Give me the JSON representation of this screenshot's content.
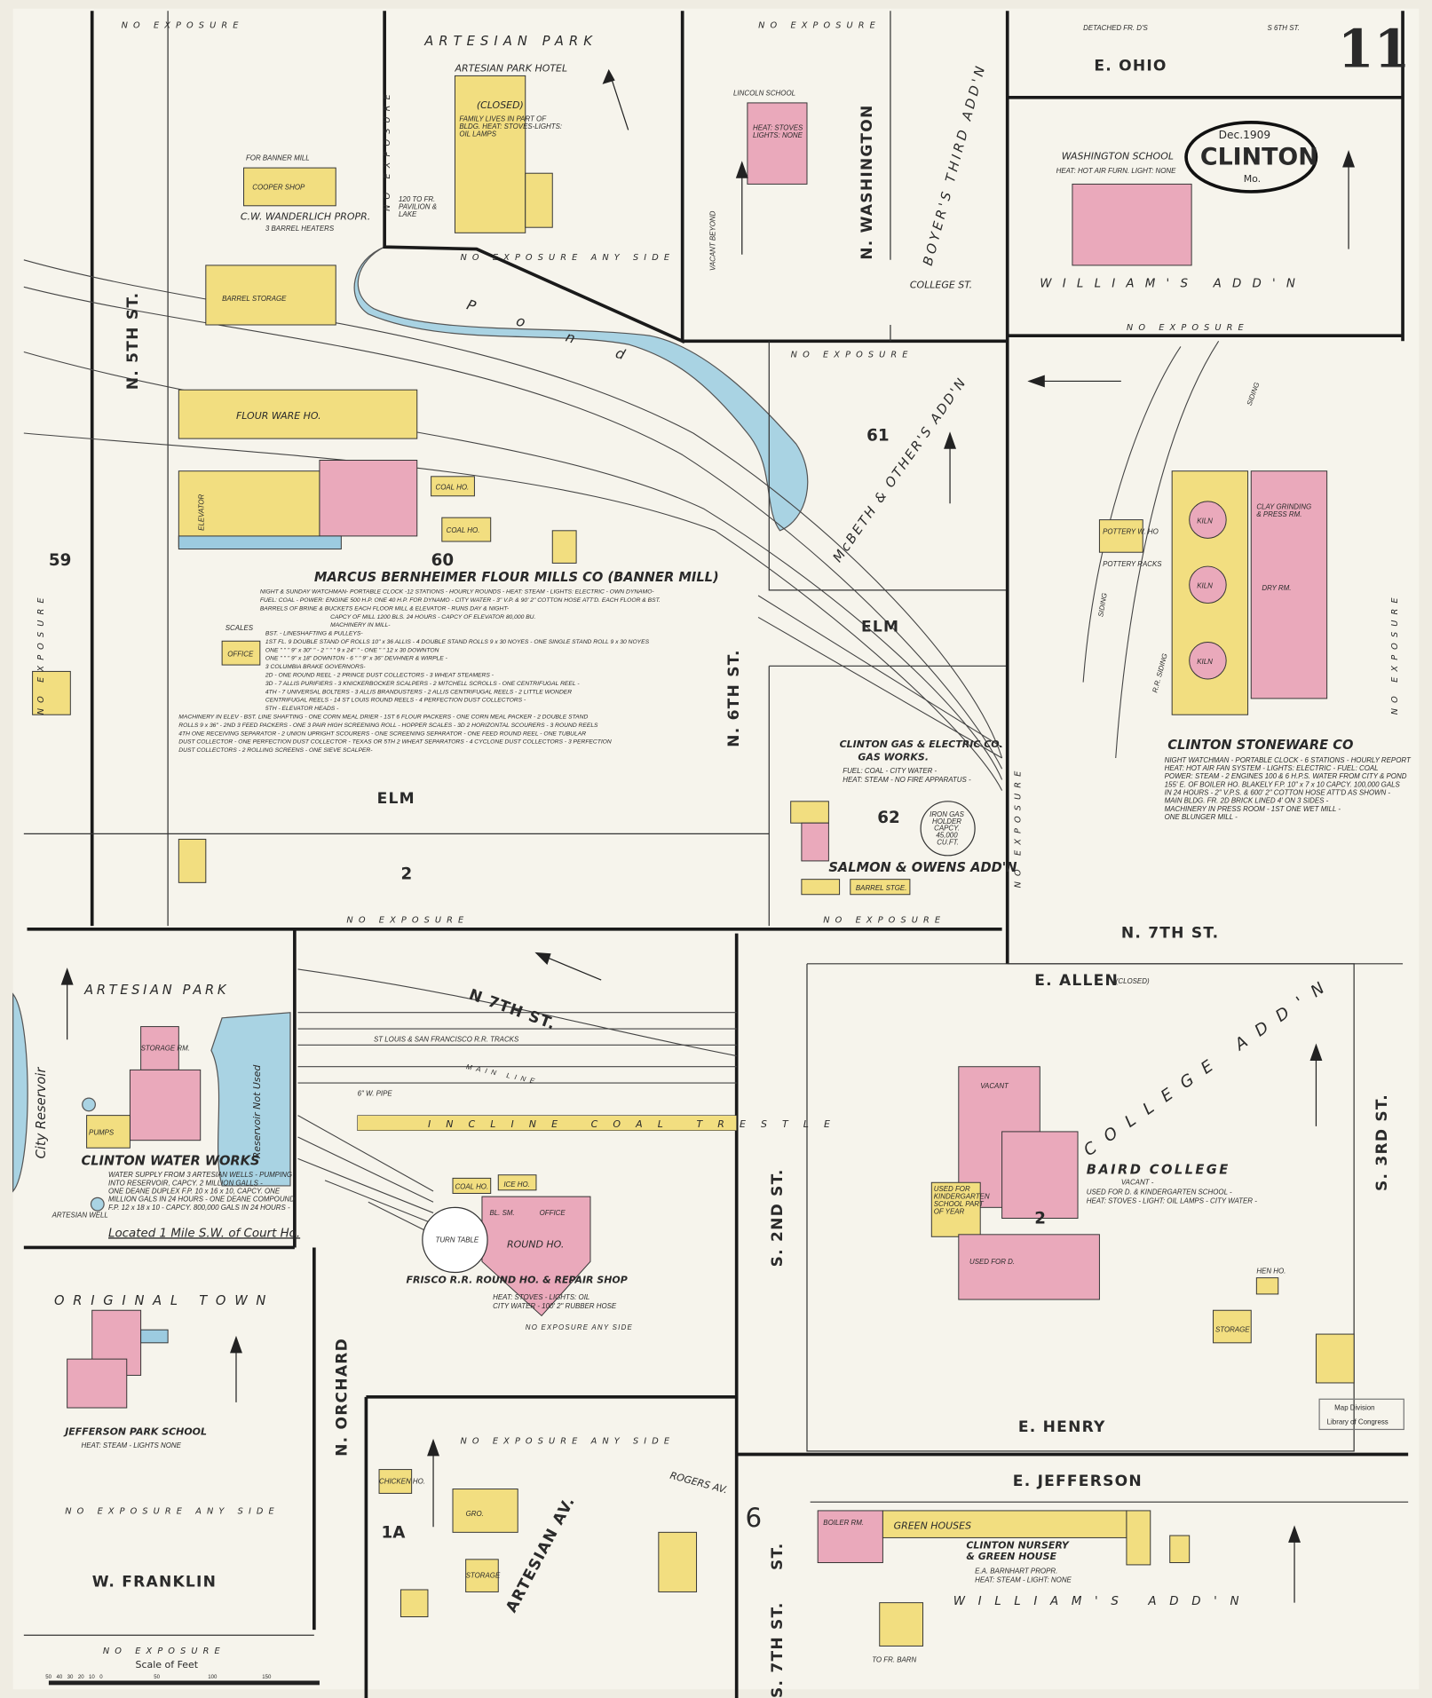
{
  "header": {
    "sheet_number": "11",
    "city": "CLINTON",
    "state": "Mo.",
    "date": "Dec.1909"
  },
  "streets": {
    "n5th": "N. 5TH ST.",
    "n6th": "N. 6TH ST.",
    "n7th": "N. 7TH ST.",
    "n7th_diag": "N 7TH ST.",
    "nwashington": "N. WASHINGTON",
    "eohio": "E. OHIO",
    "elm_w": "ELM",
    "elm_e": "ELM",
    "college": "COLLEGE ST.",
    "eallen": "E. ALLEN",
    "eallen_note": "(CLOSED)",
    "s2nd": "S. 2ND ST.",
    "s3rd": "S. 3RD ST.",
    "ehenry": "E. HENRY",
    "ejefferson": "E. JEFFERSON",
    "norchard": "N. ORCHARD",
    "wfranklin": "W. FRANKLIN",
    "artesian_av": "ARTESIAN AV.",
    "rogers_av": "ROGERS AV.",
    "s7th": "S. 7TH ST.",
    "s6th_num": "6",
    "s6th_st": "ST.",
    "detached": "DETACHED FR. D'S",
    "s6th_top": "S 6TH ST."
  },
  "areas": {
    "artesian_park_top": "ARTESIAN PARK",
    "artesian_park_left": "ARTESIAN PARK",
    "pond": "P o n d",
    "third_add": "BOYER'S THIRD ADD'N",
    "mcbeth": "McBETH & OTHER'S ADD'N",
    "williams_top": "WILLIAM'S ADD'N",
    "williams_bottom": "WILLIAM'S ADD'N",
    "salmon": "SALMON & OWENS ADD'N",
    "college_add": "COLLEGE ADD'N",
    "original_town": "ORIGINAL TOWN",
    "city_reservoir": "City Reservoir",
    "reservoir": "Reservoir Not Used",
    "vacant_beyond": "VACANT BEYOND"
  },
  "blocks": [
    "59",
    "60",
    "61",
    "62",
    "2",
    "2",
    "1A"
  ],
  "exposure": {
    "no_exposure": "NO EXPOSURE",
    "no_exposure_any_side": "NO EXPOSURE ANY SIDE"
  },
  "buildings": {
    "hotel": {
      "title": "ARTESIAN PARK HOTEL",
      "status": "(CLOSED)",
      "note": "FAMILY LIVES IN PART OF BLDG. HEAT: STOVES-LIGHTS: OIL LAMPS",
      "note2": "120 TO FR. PAVILION & LAKE"
    },
    "lincoln": {
      "title": "LINCOLN SCHOOL",
      "note": "HEAT: STOVES LIGHTS: NONE"
    },
    "washington": {
      "title": "WASHINGTON SCHOOL",
      "note": "HEAT: HOT AIR FURN. LIGHT: NONE"
    },
    "cooper": {
      "label": "COOPER SHOP",
      "for": "FOR BANNER MILL",
      "owner": "C.W. WANDERLICH PROPR.",
      "note": "3 BARREL HEATERS"
    },
    "barrel_storage": "BARREL STORAGE",
    "flour_ware": "FLOUR WARE HO.",
    "coal_ho": "COAL HO.",
    "office": "OFFICE",
    "scales": "SCALES",
    "elevator": "ELEVATOR",
    "pottery_wh": "POTTERY W. HO",
    "pottery_racks": "POTTERY RACKS",
    "kiln": "KILN",
    "clay": "CLAY GRINDING & PRESS RM.",
    "dry_rm": "DRY RM.",
    "gas_holder": "IRON GAS HOLDER CAPCY. 45,000 CU.FT.",
    "barrel_stge": "BARREL STGE.",
    "turn_table": "TURN TABLE",
    "coal_house": "COAL HO.",
    "ice_ho": "ICE HO.",
    "round_ho": "ROUND HO.",
    "bl_sm": "BL. SM.",
    "frisco_office": "OFFICE",
    "gro": "GRO.",
    "storage": "STORAGE",
    "chicken": "CHICKEN HO.",
    "hen_ho": "HEN HO.",
    "used_for_d": "USED FOR D.",
    "vacant": "VACANT",
    "kindergarten": "USED FOR KINDERGARTEN SCHOOL PART OF YEAR",
    "green_houses": "GREEN HOUSES",
    "boiler_rm": "BOILER RM.",
    "to_fr_barn": "TO FR. BARN",
    "pumps": "PUMPS",
    "storage_rm": "STORAGE RM."
  },
  "companies": {
    "mill": {
      "title": "MARCUS BERNHEIMER FLOUR MILLS CO (BANNER MILL)",
      "lines": [
        "NIGHT & SUNDAY WATCHMAN- PORTABLE CLOCK -12 STATIONS - HOURLY ROUNDS - HEAT: STEAM - LIGHTS: ELECTRIC - OWN DYNAMO-",
        "FUEL: COAL - POWER: ENGINE 500 H.P. ONE 40 H.P. FOR DYNAMO - CITY WATER - 3\" V.P. & 90' 2\" COTTON HOSE ATT'D. EACH FLOOR & BST.",
        "BARRELS OF BRINE & BUCKETS EACH FLOOR MILL & ELEVATOR - RUNS DAY & NIGHT-",
        "CAPCY OF MILL 1200 BLS. 24 HOURS - CAPCY OF ELEVATOR 80,000 BU.",
        "MACHINERY IN MILL-",
        "BST. - LINESHAFTING & PULLEYS-",
        "1ST FL. 9 DOUBLE STAND OF ROLLS 10\" x 36 ALLIS - 4 DOUBLE STAND ROLLS 9 x 30 NOYES - ONE SINGLE STAND ROLL 9 x 30 NOYES",
        "ONE \" \" \" 9\" x 30\" \" - 2 \" \" \" 9 x 24\" \" - ONE \" \" 12 x 30 DOWNTON",
        "ONE \" \" \" 9\" x 18\" DOWNTON - 6 \" \" 9\" x 36\" DEVHNER & WIRPLE -",
        "3 COLUMBIA BRAKE GOVERNORS-",
        "2D - ONE ROUND REEL - 2 PRINCE DUST COLLECTORS - 3 WHEAT STEAMERS -",
        "3D - 7 ALLIS PURIFIERS - 3 KNICKERBOCKER SCALPERS - 2 MITCHELL SCROLLS - ONE CENTRIFUGAL REEL -",
        "4TH - 7 UNIVERSAL BOLTERS - 3 ALLIS BRANDUSTERS - 2 ALLIS CENTRIFUGAL REELS - 2 LITTLE WONDER",
        "CENTRIFUGAL REELS - 14 ST LOUIS ROUND REELS - 4 PERFECTION DUST COLLECTORS -",
        "5TH - ELEVATOR HEADS -",
        "MACHINERY IN ELEV - BST. LINE SHAFTING - ONE CORN MEAL DRIER - 1ST 6 FLOUR PACKERS - ONE CORN MEAL PACKER - 2 DOUBLE STAND",
        "ROLLS 9 x 36\" - 2ND 3 FEED PACKERS - ONE 3 PAIR HIGH SCREENING ROLL - HOPPER SCALES - 3D 2 HORIZONTAL SCOURERS - 3 ROUND REELS",
        "4TH ONE RECEIVING SEPARATOR - 2 UNION UPRIGHT SCOURERS - ONE SCREENING SEPARATOR - ONE FEED ROUND REEL - ONE TUBULAR",
        "DUST COLLECTOR - ONE PERFECTION DUST COLLECTOR - TEXAS OR 5TH 2 WHEAT SEPARATORS - 4 CYCLONE DUST COLLECTORS - 3 PERFECTION",
        "DUST COLLECTORS - 2 ROLLING SCREENS - ONE SIEVE SCALPER-"
      ]
    },
    "stoneware": {
      "title": "CLINTON STONEWARE CO",
      "lines": [
        "NIGHT WATCHMAN - PORTABLE CLOCK - 6 STATIONS - HOURLY REPORT",
        "HEAT: HOT AIR FAN SYSTEM - LIGHTS: ELECTRIC - FUEL: COAL",
        "POWER: STEAM - 2 ENGINES 100 & 6 H.P.S. WATER FROM CITY & POND",
        "155' E. OF BOILER HO. BLAKELY F.P. 10\" x 7 x 10 CAPCY. 100,000 GALS",
        "IN 24 HOURS - 2\" V.P.S. & 600' 2\" COTTON HOSE ATT'D AS SHOWN -",
        "MAIN BLDG. FR. 2D BRICK LINED 4' ON 3 SIDES -",
        "MACHINERY IN PRESS ROOM - 1ST ONE WET MILL -",
        "ONE BLUNGER MILL -"
      ]
    },
    "gas": {
      "title": "CLINTON GAS & ELECTRIC CO.",
      "subtitle": "GAS WORKS.",
      "lines": [
        "FUEL: COAL - CITY WATER -",
        "HEAT: STEAM - NO FIRE APPARATUS -"
      ]
    },
    "water": {
      "title": "CLINTON WATER WORKS",
      "lines": [
        "WATER SUPPLY FROM 3 ARTESIAN WELLS - PUMPING",
        "INTO RESERVOIR, CAPCY. 2 MILLION GALLS -",
        "ONE DEANE DUPLEX F.P. 10 x 16 x 10, CAPCY. ONE",
        "MILLION GALS IN 24 HOURS - ONE DEANE COMPOUND",
        "F.P. 12 x 18 x 10 - CAPCY. 800,000 GALS IN 24 HOURS -"
      ],
      "location": "Located 1 Mile S.W. of Court Ho.",
      "artesian_well": "ARTESIAN WELL"
    },
    "frisco": {
      "title": "FRISCO R.R. ROUND HO. & REPAIR SHOP",
      "lines": [
        "HEAT: STOVES - LIGHTS: OIL",
        "CITY WATER - 100' 2\" RUBBER HOSE"
      ]
    },
    "baird": {
      "title": "BAIRD COLLEGE",
      "status": "VACANT -",
      "lines": [
        "USED FOR D. & KINDERGARTEN SCHOOL -",
        "HEAT: STOVES - LIGHT: OIL LAMPS - CITY WATER -"
      ]
    },
    "jefferson_school": {
      "title": "JEFFERSON PARK SCHOOL",
      "note": "HEAT: STEAM - LIGHTS NONE"
    },
    "nursery": {
      "title": "CLINTON NURSERY & GREEN HOUSE",
      "owner": "E.A. BARNHART PROPR.",
      "note": "HEAT: STEAM - LIGHT: NONE"
    }
  },
  "railroad": {
    "tracks": "ST LOUIS & SAN FRANCISCO R.R. TRACKS",
    "main_line": "MAIN LINE",
    "trestle": "INCLINE COAL TRESTLE",
    "siding": "SIDING",
    "rr_siding": "R.R. SIDING",
    "water_pipe": "6\" W. PIPE"
  },
  "scale": {
    "label": "Scale of Feet",
    "ticks": [
      "50",
      "40",
      "30",
      "20",
      "10",
      "0",
      "50",
      "100",
      "150"
    ]
  },
  "stamp": {
    "line1": "Map Division",
    "line2": "Library of Congress"
  },
  "colors": {
    "brick": "#eaa9bb",
    "frame": "#f2de80",
    "stone": "#9ccbe0",
    "paper": "#f4f2ea",
    "water": "#a9d3e3"
  }
}
